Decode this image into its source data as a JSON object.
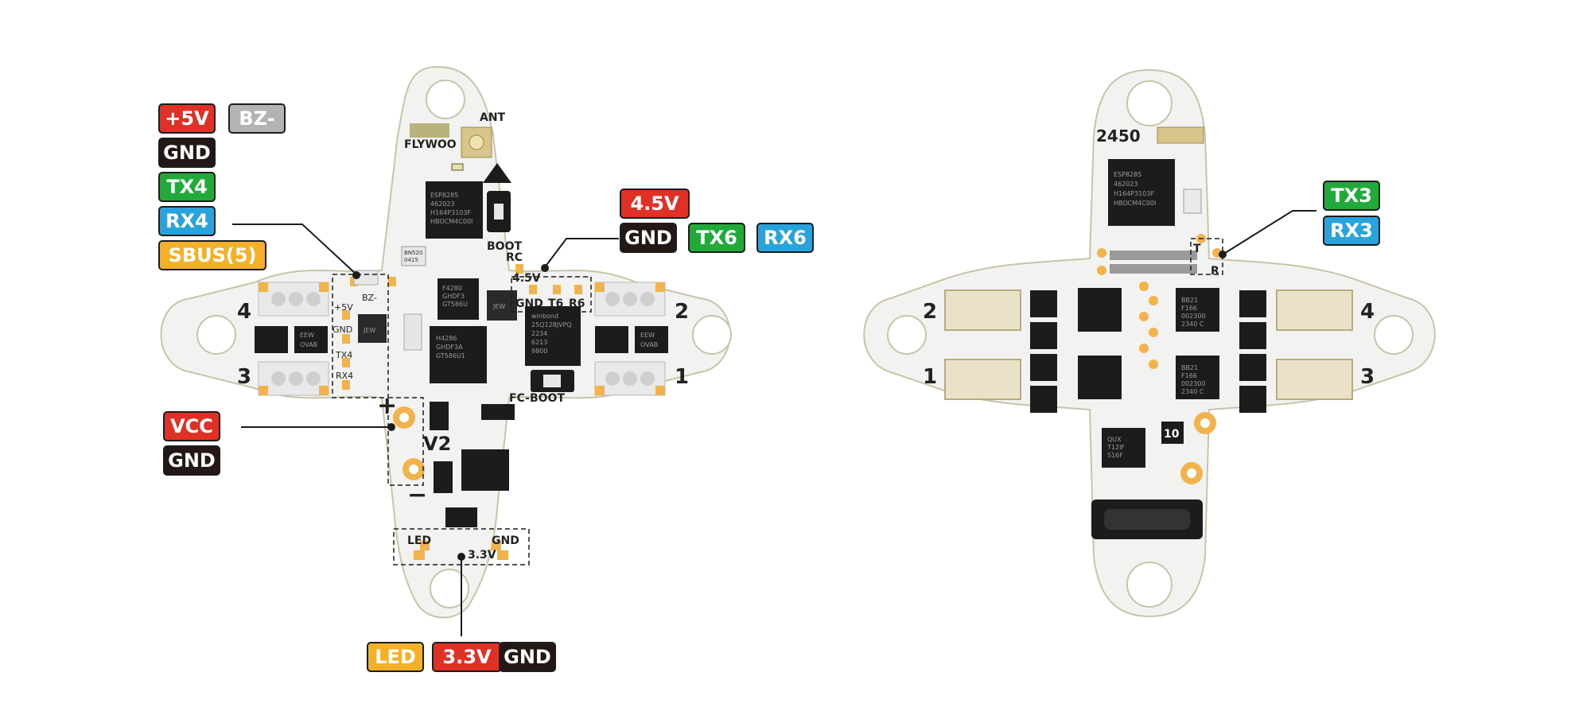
{
  "colors": {
    "red": "#e03127",
    "gray": "#b3b3b3",
    "black": "#231815",
    "green": "#1faa3a",
    "blue": "#28a3dc",
    "yellow": "#f5b02a",
    "board": "#f2f2f0",
    "pad": "#f2b24c",
    "chip": "#1c1c1c"
  },
  "label_groups": {
    "top_left": [
      {
        "text": "+5V",
        "color": "red"
      },
      {
        "text": "BZ-",
        "color": "gray"
      },
      {
        "text": "GND",
        "color": "black"
      },
      {
        "text": "TX4",
        "color": "green"
      },
      {
        "text": "RX4",
        "color": "blue"
      },
      {
        "text": "SBUS(5)",
        "color": "yellow"
      }
    ],
    "top_center": [
      {
        "text": "4.5V",
        "color": "red"
      },
      {
        "text": "GND",
        "color": "black"
      },
      {
        "text": "TX6",
        "color": "green"
      },
      {
        "text": "RX6",
        "color": "blue"
      }
    ],
    "mid_left": [
      {
        "text": "VCC",
        "color": "red"
      },
      {
        "text": "GND",
        "color": "black"
      }
    ],
    "bottom": [
      {
        "text": "LED",
        "color": "yellow"
      },
      {
        "text": "3.3V",
        "color": "red"
      },
      {
        "text": "GND",
        "color": "black"
      }
    ],
    "right_board": [
      {
        "text": "TX3",
        "color": "green"
      },
      {
        "text": "RX3",
        "color": "blue"
      }
    ]
  },
  "front_board": {
    "silkscreen": [
      "FLYWOO",
      "ANT",
      "BOOT",
      "RC",
      "4.5V",
      "GND",
      "T6",
      "R6",
      "+5V",
      "BZ-",
      "GND",
      "TX4",
      "RX4",
      "FC-BOOT",
      "V2",
      "LED",
      "3.3V",
      "GND",
      "+",
      "−"
    ],
    "motor_numbers": [
      "4",
      "3",
      "2",
      "1"
    ],
    "chips": {
      "esp": [
        "ESP8285",
        "462023",
        "H164P3103F",
        "HBOCM4C00I"
      ],
      "mcu": [
        "F4280",
        "GHDF3",
        "GT586U"
      ],
      "flash": [
        "winbond",
        "25Q128JVPQ",
        "2234",
        "6213",
        "9800"
      ],
      "mcu2": [
        "H4286",
        "GHDF3A",
        "GT586U1"
      ],
      "bn": [
        "BN520",
        "0415"
      ],
      "jew": "JEW",
      "eew": "EEW",
      "oval": "OVAB"
    }
  },
  "back_board": {
    "silkscreen": [
      "2450",
      "T",
      "R",
      "10"
    ],
    "motor_numbers": [
      "2",
      "1",
      "4",
      "3"
    ],
    "chips": {
      "esp": [
        "ESP8285",
        "462023",
        "H164P3103F",
        "HBOCM4C00I"
      ],
      "bb": [
        "BB21",
        "F166",
        "002300",
        "2340 C"
      ],
      "qux": [
        "QUX",
        "T12IF",
        "S16F"
      ]
    }
  }
}
